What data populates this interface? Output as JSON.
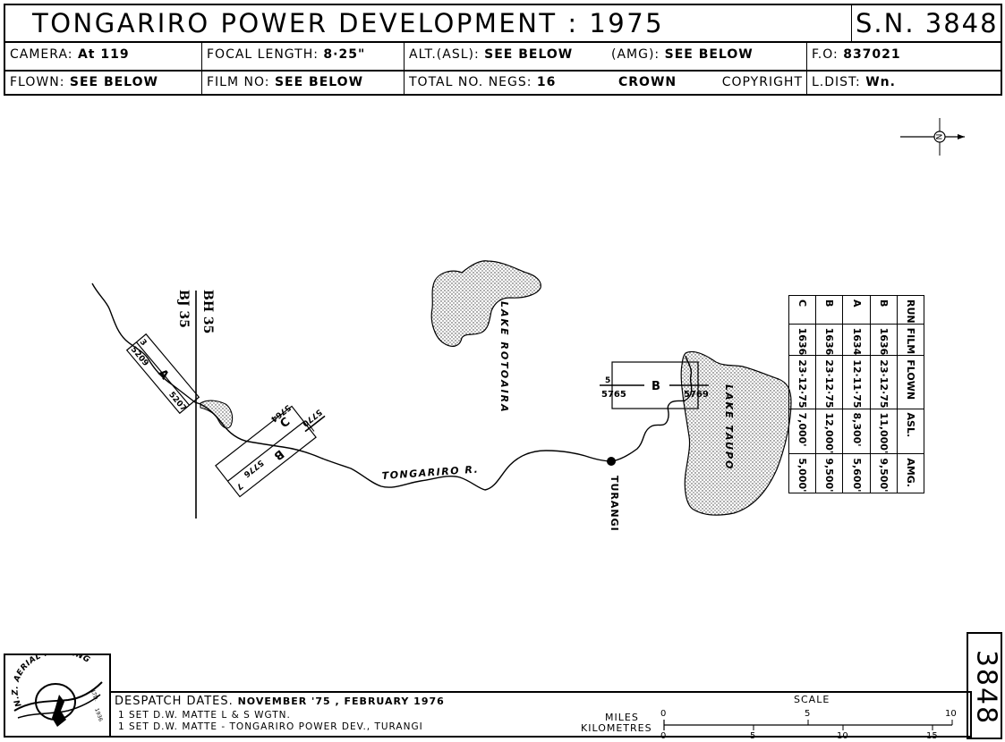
{
  "header": {
    "title": "TONGARIRO  POWER  DEVELOPMENT  :  1975",
    "sn": "S.N. 3848",
    "camera_label": "CAMERA:",
    "camera_value": "At 119",
    "focal_label": "FOCAL  LENGTH:",
    "focal_value": "8·25\"",
    "alt_label": "ALT.(ASL):",
    "alt_value": "SEE  BELOW",
    "amg_label": "(AMG):",
    "amg_value": "SEE  BELOW",
    "fo_label": "F.O:",
    "fo_value": "837021",
    "flown_label": "FLOWN:",
    "flown_value": "SEE  BELOW",
    "film_label": "FILM  NO:",
    "film_value": "SEE  BELOW",
    "negs_label": "TOTAL  NO.  NEGS:",
    "negs_value": "16",
    "crown": "CROWN",
    "copyright": "COPYRIGHT",
    "ldist_label": "L.DIST:",
    "ldist_value": "Wn."
  },
  "map": {
    "grid_left": "BJ 35",
    "grid_right": "BH 35",
    "lake_rotoaira": "LAKE  ROTOAIRA",
    "lake_taupo": "LAKE  TAUPO",
    "river": "TONGARIRO   R.",
    "town": "TURANGI",
    "north": "N",
    "run_a": {
      "name": "A",
      "run_no": "3",
      "first_frame": "5209",
      "last_frame": "5207"
    },
    "run_b": {
      "name": "B",
      "run_no": "5",
      "first_frame": "5765",
      "last_frame": "5769"
    },
    "run_c": {
      "name": "C",
      "frame": "5764"
    },
    "run_b1": {
      "name": "B",
      "run_no": "7",
      "frame": "5776"
    },
    "extra_frame": "5770"
  },
  "runs_table": {
    "headers": [
      "RUN",
      "FILM",
      "FLOWN",
      "ASL.",
      "AMG."
    ],
    "rows": [
      [
        "B",
        "1636",
        "23·12·75",
        "11,000'",
        "9,500'"
      ],
      [
        "A",
        "1634",
        "12·11·75",
        "8,300'",
        "5,600'"
      ],
      [
        "B",
        "1636",
        "23·12·75",
        "12,000'",
        "9,500'"
      ],
      [
        "C",
        "1636",
        "23·12·75",
        "7,000'",
        "5,000'"
      ]
    ]
  },
  "footer": {
    "logo_text": "N.Z. AERIAL MAPPING",
    "logo_ltd": "LTD.",
    "logo_year": "1936",
    "dispatch_label": "DESPATCH  DATES.",
    "dispatch_value": "NOVEMBER  '75 , FEBRUARY 1976",
    "line1": "1  SET  D.W. MATTE   L & S   WGTN.",
    "line2": "1  SET  D.W. MATTE  -  TONGARIRO  POWER  DEV.,  TURANGI",
    "scale_label": "SCALE",
    "miles_label": "MILES",
    "km_label": "KILOMETRES",
    "miles_ticks": [
      "0",
      "5",
      "10"
    ],
    "km_ticks": [
      "0",
      "5",
      "10",
      "15"
    ],
    "sn_vertical": "3848"
  }
}
